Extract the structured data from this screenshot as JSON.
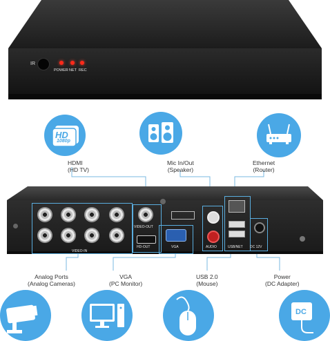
{
  "front_panel": {
    "ir_label": "IR",
    "leds": [
      "POWER",
      "NET",
      "REC"
    ]
  },
  "callouts_top": [
    {
      "id": "hdmi",
      "line1": "HDMI",
      "line2": "(HD TV)",
      "icon": "hd-1080p-icon",
      "icon_text_1": "HD",
      "icon_text_2": "1080p"
    },
    {
      "id": "audio",
      "line1": "Mic In/Out",
      "line2": "(Speaker)",
      "icon": "speaker-icon"
    },
    {
      "id": "ethernet",
      "line1": "Ethernet",
      "line2": "(Router)",
      "icon": "router-icon"
    }
  ],
  "callouts_bottom": [
    {
      "id": "analog",
      "line1": "Analog Ports",
      "line2": "(Analog Cameras)",
      "icon": "camera-icon"
    },
    {
      "id": "vga",
      "line1": "VGA",
      "line2": "(PC Monitor)",
      "icon": "monitor-icon"
    },
    {
      "id": "usb",
      "line1": "USB 2.0",
      "line2": "(Mouse)",
      "icon": "mouse-icon"
    },
    {
      "id": "power",
      "line1": "Power",
      "line2": "(DC Adapter)",
      "icon": "dc-adapter-icon",
      "icon_text": "DC"
    }
  ],
  "rear_panel": {
    "video_in": "VIDEO-IN",
    "video_out": "VIDEO-OUT",
    "hd_out": "HD-OUT",
    "vga": "VGA",
    "audio": "AUDIO",
    "usb_net": "USB/NET",
    "dc": "DC 12V"
  },
  "colors": {
    "accent": "#4aa8e6",
    "highlight": "#5aaee0",
    "chassis": "#2a2a2a",
    "led_red": "#ff2a1a"
  }
}
